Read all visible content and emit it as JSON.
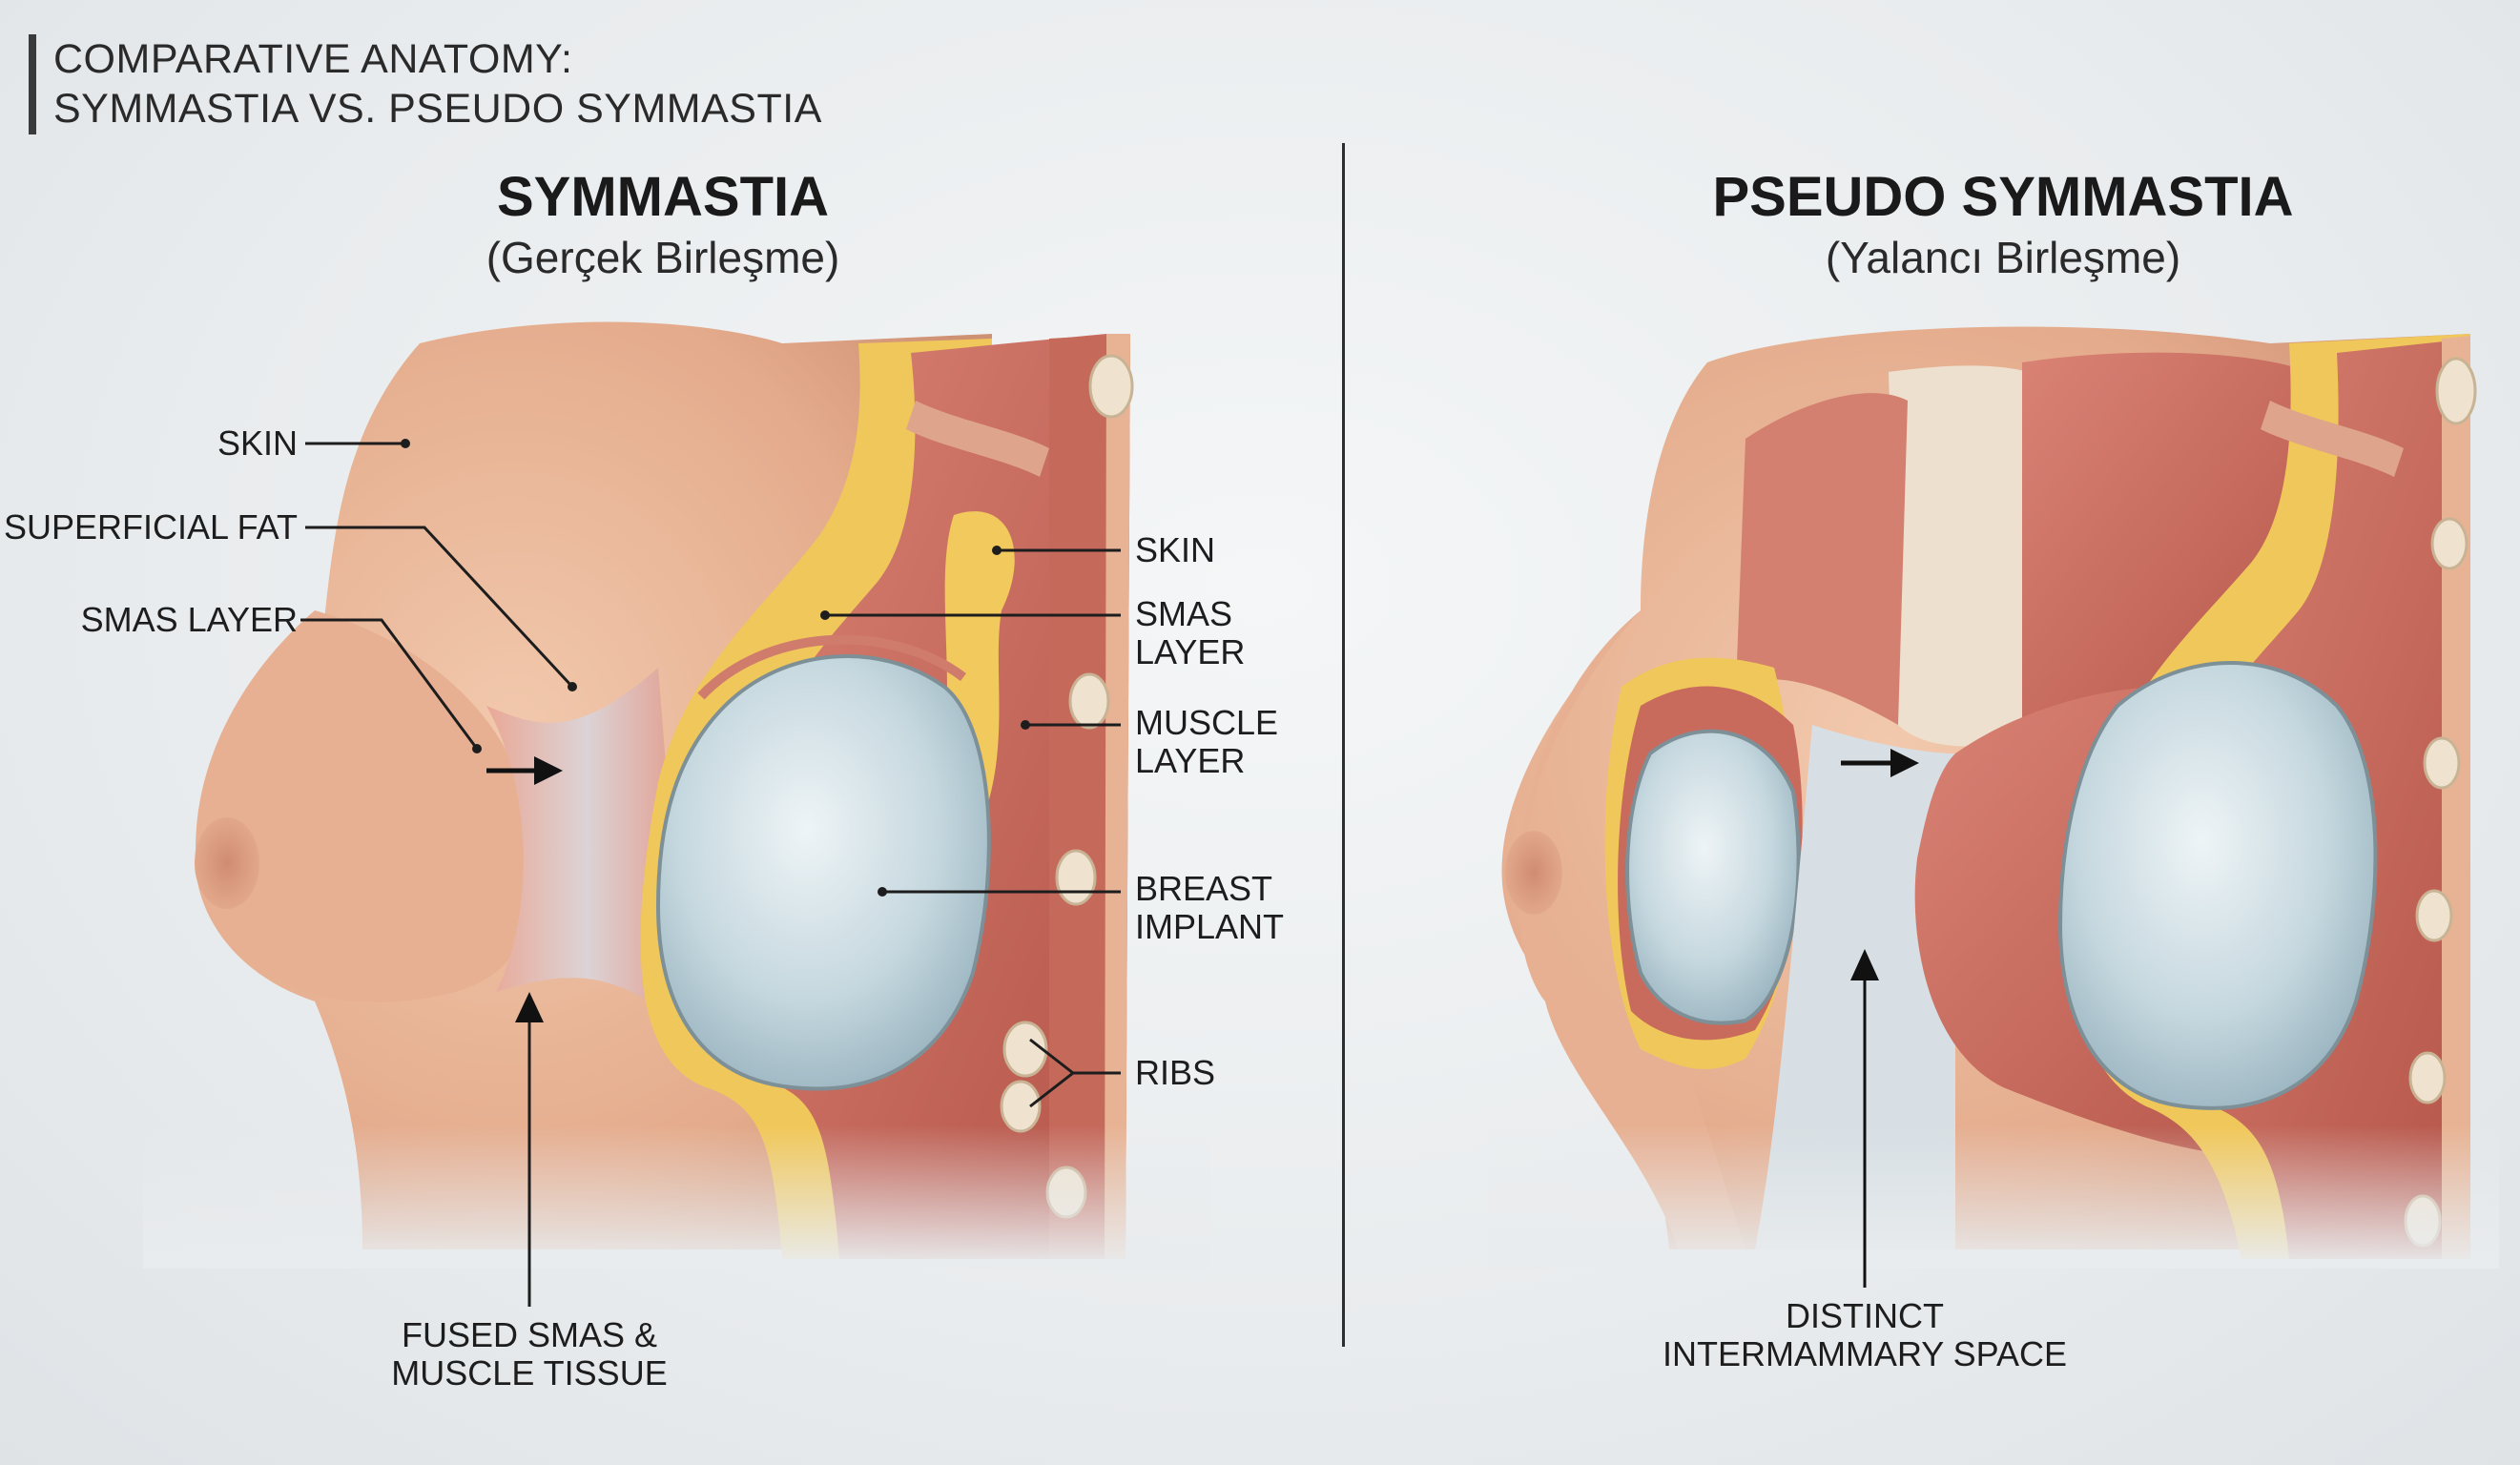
{
  "header": {
    "line1": "COMPARATIVE ANATOMY:",
    "line2": "SYMMASTIA VS. PSEUDO SYMMASTIA"
  },
  "panels": {
    "left": {
      "title": "SYMMASTIA",
      "subtitle": "(Gerçek Birleşme)",
      "labels": {
        "skin_left": "SKIN",
        "superficial_fat": "SUPERFICIAL FAT",
        "smas_layer_left": "SMAS LAYER",
        "skin_right": "SKIN",
        "smas_layer_right_1": "SMAS",
        "smas_layer_right_2": "LAYER",
        "muscle_layer_1": "MUSCLE",
        "muscle_layer_2": "LAYER",
        "breast_implant_1": "BREAST",
        "breast_implant_2": "IMPLANT",
        "ribs": "RIBS",
        "fused_1": "FUSED SMAS &",
        "fused_2": "MUSCLE TISSUE"
      }
    },
    "right": {
      "title": "PSEUDO SYMMASTIA",
      "subtitle": "(Yalancı Birleşme)",
      "labels": {
        "distinct_1": "DISTINCT",
        "distinct_2": "INTERMAMMARY SPACE"
      }
    }
  },
  "colors": {
    "skin": "#e8b394",
    "skin_dark": "#cf8f6f",
    "fat": "#f0c75a",
    "muscle": "#c96b5c",
    "muscle_dark": "#a84c42",
    "implant": "#b9cfd8",
    "implant_light": "#e6eef2",
    "rib": "#efe2cf"
  }
}
